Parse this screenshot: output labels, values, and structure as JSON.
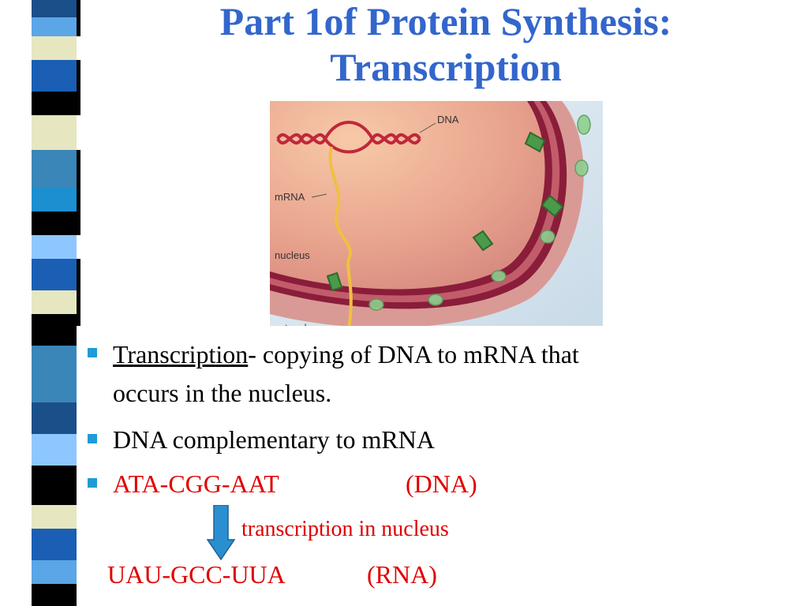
{
  "slide": {
    "title_line1": "Part 1of Protein Synthesis:",
    "title_line2": "Transcription"
  },
  "figure": {
    "label_dna": "DNA",
    "label_mrna": "mRNA",
    "label_nucleus": "nucleus",
    "label_cytosol": "cytosol"
  },
  "bullets": [
    {
      "term": "Transcription",
      "rest": "- copying of DNA to mRNA that",
      "rest_line2": "occurs in the nucleus."
    },
    {
      "text": "DNA complementary to mRNA"
    },
    {
      "sequence": "ATA-CGG-AAT",
      "label": "(DNA)"
    }
  ],
  "arrow_label": "transcription in nucleus",
  "rna_line": {
    "sequence": "UAU-GCC-UUA",
    "label": "(RNA)"
  },
  "colors": {
    "title": "#3366cc",
    "bullet": "#1f9bd6",
    "red": "#e00000",
    "arrow": "#2a8fd0"
  }
}
